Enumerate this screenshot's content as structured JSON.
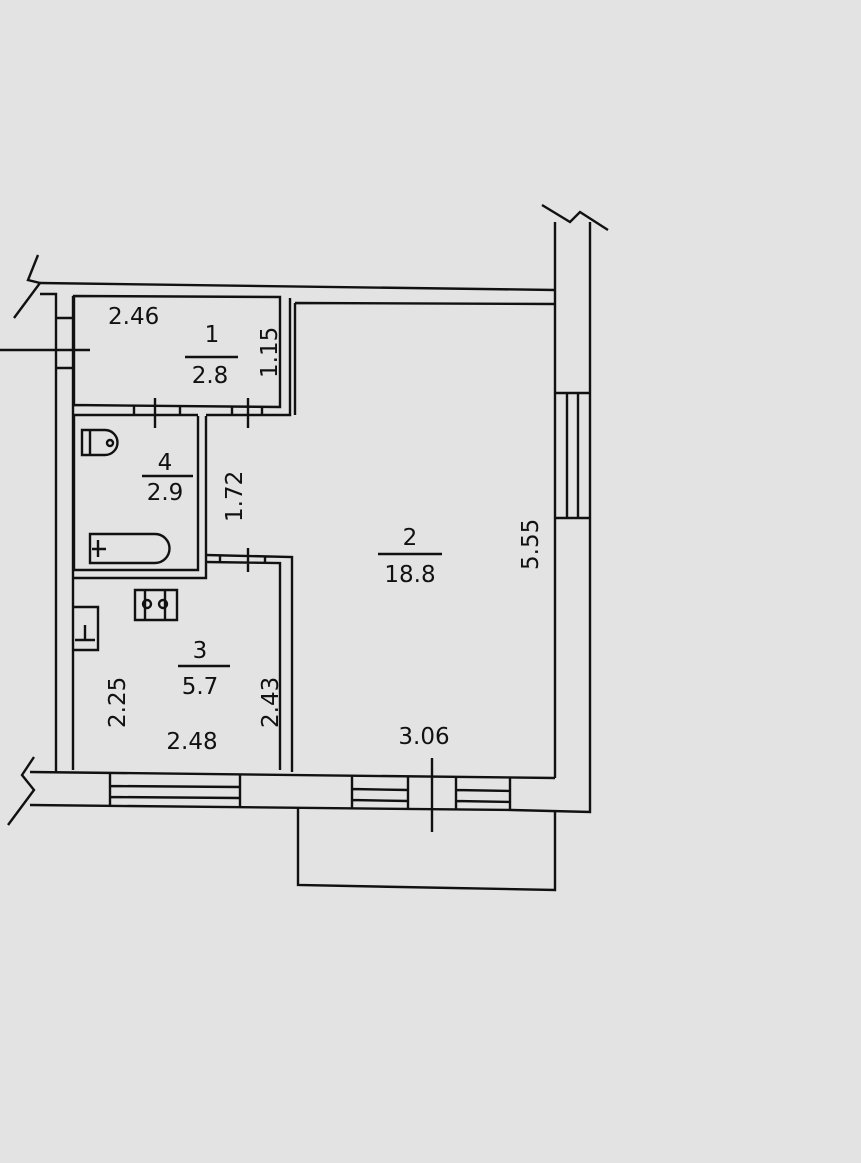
{
  "rooms": [
    {
      "number": "1",
      "area": "2.8",
      "dims": [
        "2.46",
        "1.15"
      ]
    },
    {
      "number": "2",
      "area": "18.8",
      "dims": [
        "5.55",
        "3.06"
      ]
    },
    {
      "number": "3",
      "area": "5.7",
      "dims": [
        "2.25",
        "2.43",
        "2.48"
      ]
    },
    {
      "number": "4",
      "area": "2.9",
      "dims": [
        "1.72"
      ]
    }
  ]
}
